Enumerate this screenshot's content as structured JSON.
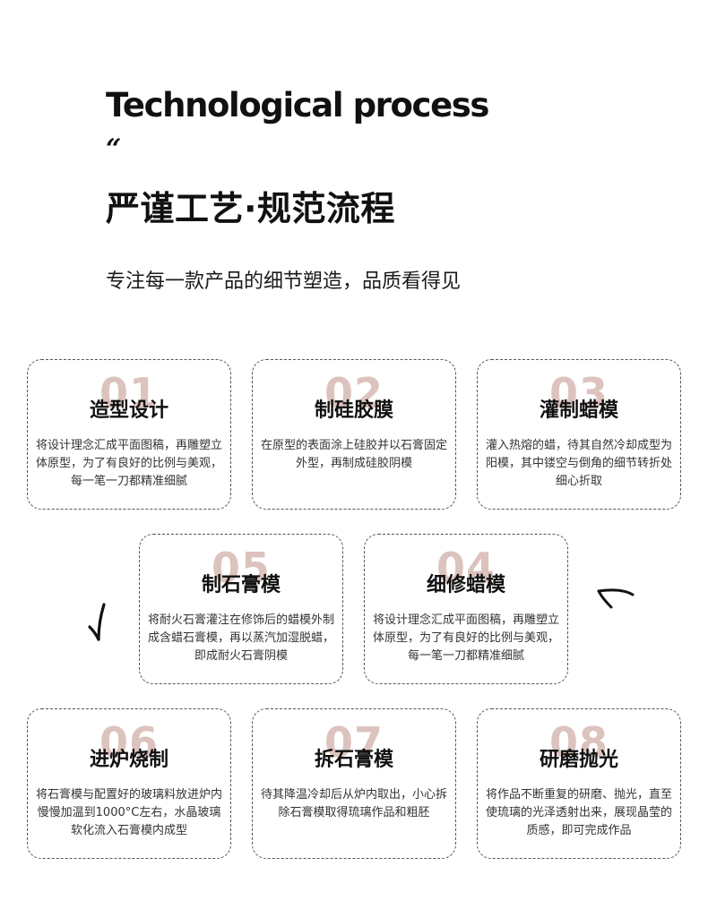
{
  "header": {
    "title_en": "Technological process",
    "quote_mark": "“",
    "title_cn": "严谨工艺·规范流程",
    "subtitle": "专注每一款产品的细节塑造，品质看得见"
  },
  "steps": [
    {
      "num": "01",
      "title": "造型设计",
      "desc": "将设计理念汇成平面图稿，再雕塑立体原型，为了有良好的比例与美观，每一笔一刀都精准细腻"
    },
    {
      "num": "02",
      "title": "制硅胶膜",
      "desc": "在原型的表面涂上硅胶并以石膏固定外型，再制成硅胶阴模"
    },
    {
      "num": "03",
      "title": "灌制蜡模",
      "desc": "灌入热熔的蜡，待其自然冷却成型为阳模，其中镂空与倒角的细节转折处细心折取"
    },
    {
      "num": "04",
      "title": "细修蜡模",
      "desc": "将设计理念汇成平面图稿，再雕塑立体原型，为了有良好的比例与美观，每一笔一刀都精准细腻"
    },
    {
      "num": "05",
      "title": "制石膏模",
      "desc": "将耐火石膏灌注在修饰后的蜡模外制成含蜡石膏模，再以蒸汽加湿脱蜡，即成耐火石膏阴模"
    },
    {
      "num": "06",
      "title": "进炉烧制",
      "desc": "将石膏模与配置好的玻璃料放进炉内慢慢加温到1000°C左右，水晶玻璃软化流入石膏模内成型"
    },
    {
      "num": "07",
      "title": "拆石膏模",
      "desc": "待其降温冷却后从炉内取出，小心拆除石膏模取得琉璃作品和粗胚"
    },
    {
      "num": "08",
      "title": "研磨抛光",
      "desc": "将作品不断重复的研磨、抛光，直至使琉璃的光泽透射出来，展现晶莹的质感，即可完成作品"
    }
  ],
  "colors": {
    "number": "#dcc3bd",
    "text": "#111111",
    "border": "#555555"
  },
  "icons": {
    "right_connector": "curved-down-arrow-icon",
    "left_connector": "curved-down-arrow-icon"
  }
}
